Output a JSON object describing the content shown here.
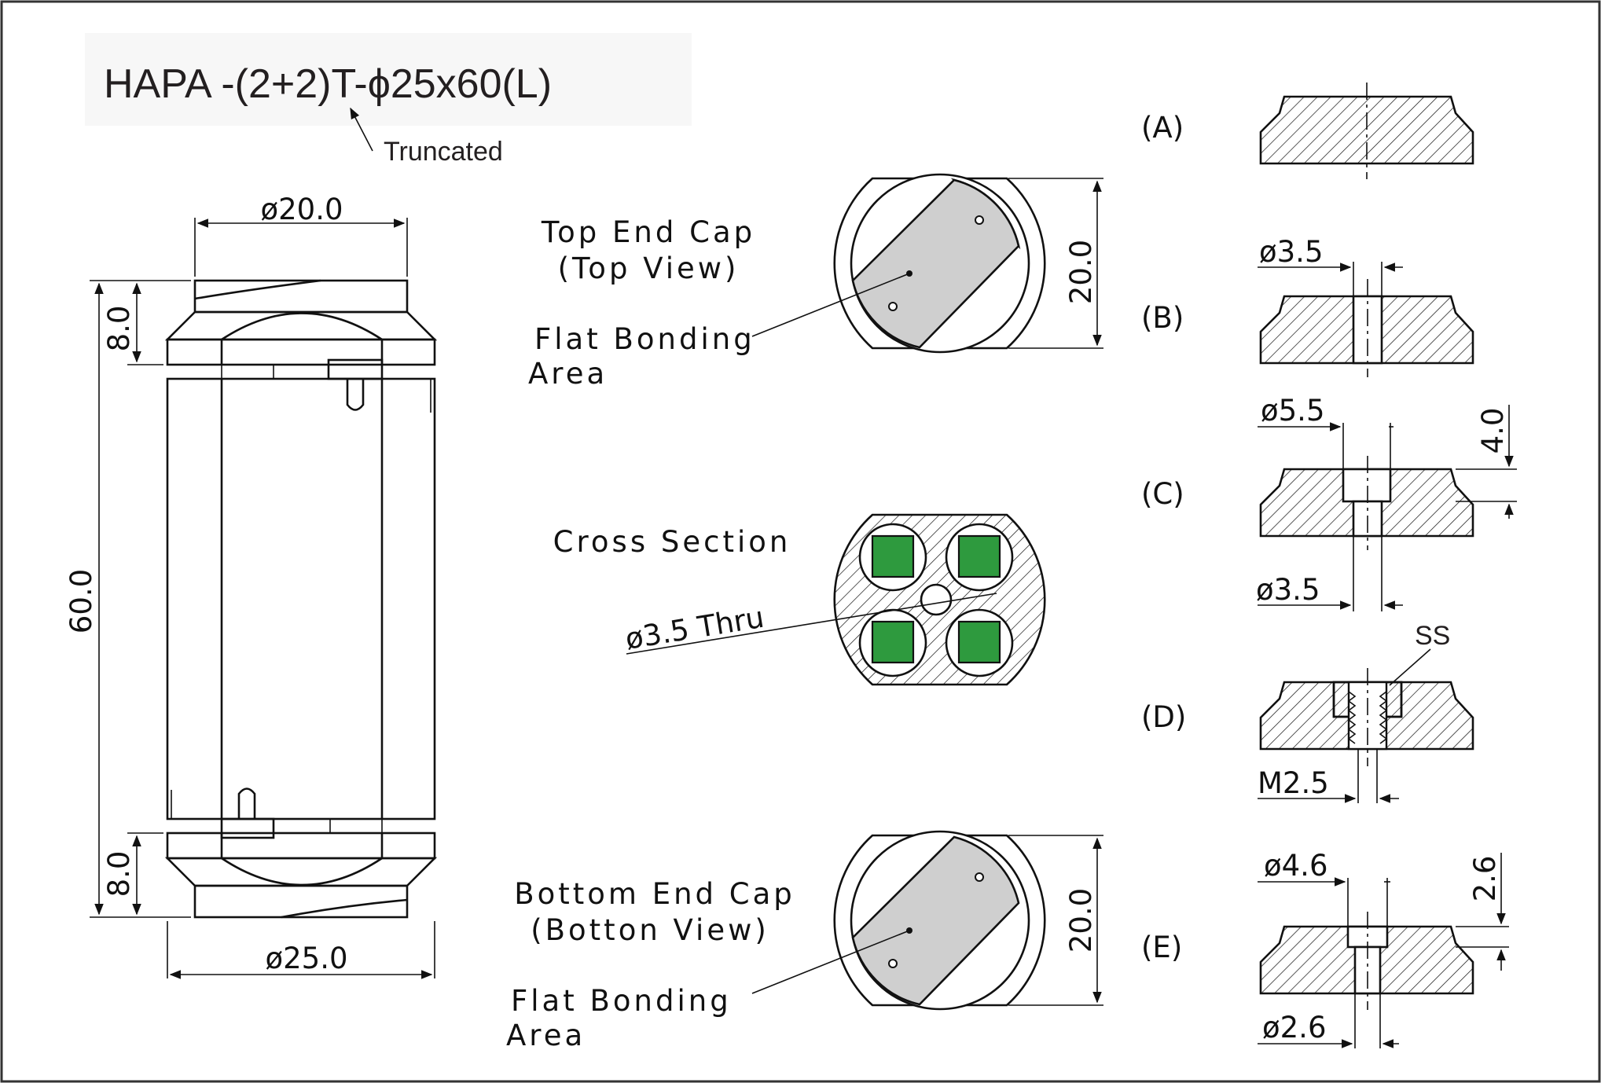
{
  "title": "HAPA -(2+2)T-ϕ25x60(L)",
  "title_note": "Truncated",
  "side_view": {
    "top_diameter": "ø20.0",
    "bottom_diameter": "ø25.0",
    "overall_length": "60.0",
    "top_cap_height": "8.0",
    "bottom_cap_height": "8.0"
  },
  "top_cap": {
    "label_line1": "Top End Cap",
    "label_line2": "(Top View)",
    "flat_line1": "Flat Bonding",
    "flat_line2": "Area",
    "dimension": "20.0"
  },
  "cross_section": {
    "label": "Cross Section",
    "hole_label": "ø3.5 Thru",
    "element_color": "#2e9a3e"
  },
  "bottom_cap": {
    "label_line1": "Bottom End Cap",
    "label_line2": "(Botton View)",
    "flat_line1": "Flat Bonding",
    "flat_line2": "Area",
    "dimension": "20.0"
  },
  "variants": {
    "a": {
      "label": "(A)"
    },
    "b": {
      "label": "(B)",
      "hole": "ø3.5"
    },
    "c": {
      "label": "(C)",
      "counterbore": "ø5.5",
      "depth": "4.0",
      "hole": "ø3.5"
    },
    "d": {
      "label": "(D)",
      "insert": "SS",
      "thread": "M2.5"
    },
    "e": {
      "label": "(E)",
      "counterbore": "ø4.6",
      "depth": "2.6",
      "hole": "ø2.6"
    }
  }
}
